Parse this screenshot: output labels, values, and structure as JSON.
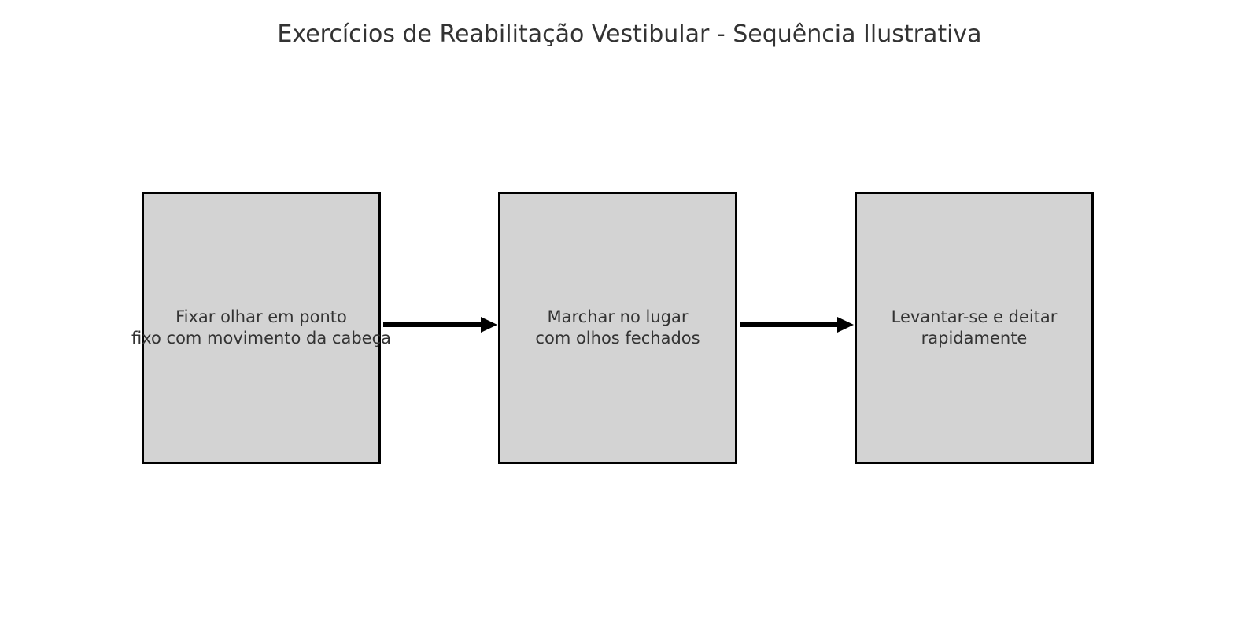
{
  "page": {
    "background_color": "#ffffff",
    "title": "Exercícios de Reabilitação Vestibular - Sequência Ilustrativa",
    "title_color": "#333333"
  },
  "diagram": {
    "type": "flowchart",
    "orientation": "horizontal",
    "node_fill_color": "#d3d3d3",
    "node_border_color": "#000000",
    "node_text_color": "#333333",
    "connector_color": "#000000",
    "nodes": [
      {
        "id": "step-1",
        "label": "Fixar olhar em ponto\nfixo com movimento da cabeça",
        "line_1": "Fixar olhar em ponto",
        "line_2": "fixo com movimento da cabeça"
      },
      {
        "id": "step-2",
        "label": "Marchar no lugar\ncom olhos fechados",
        "line_1": "Marchar no lugar",
        "line_2": "com olhos fechados"
      },
      {
        "id": "step-3",
        "label": "Levantar-se e deitar\nrapidamente",
        "line_1": "Levantar-se e deitar",
        "line_2": "rapidamente"
      }
    ],
    "connectors": [
      {
        "id": "arrow-1",
        "from": "step-1",
        "to": "step-2",
        "style": "solid-arrow"
      },
      {
        "id": "arrow-2",
        "from": "step-2",
        "to": "step-3",
        "style": "solid-arrow"
      }
    ]
  }
}
